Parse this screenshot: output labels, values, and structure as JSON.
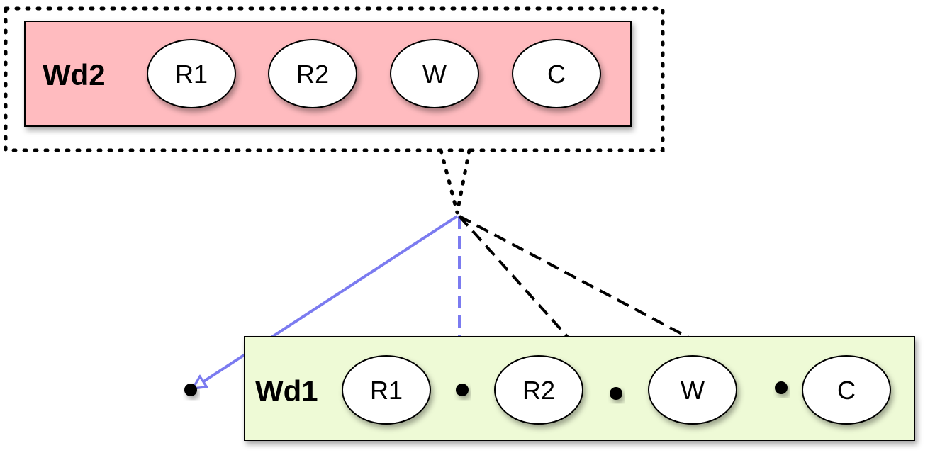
{
  "top_group": {
    "label": "Wd2",
    "fill": "#ffbbbf",
    "nodes": [
      "R1",
      "R2",
      "W",
      "C"
    ]
  },
  "bottom_group": {
    "label": "Wd1",
    "fill": "#eefad6",
    "nodes": [
      "R1",
      "R2",
      "W",
      "C"
    ]
  },
  "colors": {
    "blue_arrow": "#7b7bf0",
    "black_arrow": "#000000",
    "dotted_outline": "#000000"
  }
}
